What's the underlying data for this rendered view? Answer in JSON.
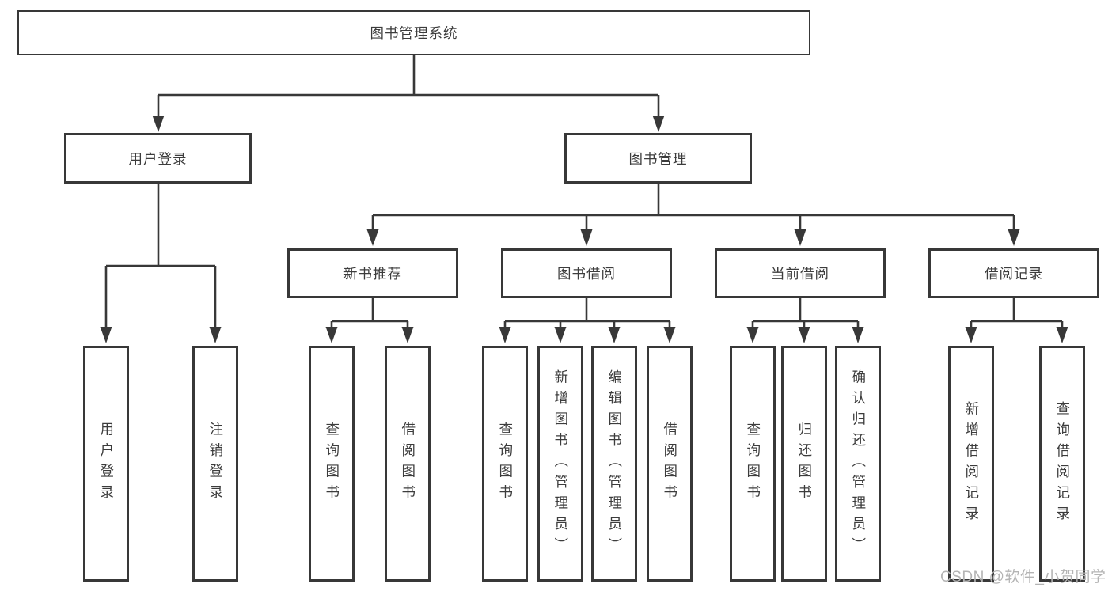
{
  "diagram": {
    "title": "图书管理系统",
    "watermark": "CSDN @软件_小贺同学",
    "line_color": "#383838",
    "nodes": {
      "root": "图书管理系统",
      "user_login": "用户登录",
      "book_mgmt": "图书管理",
      "new_book_rec": "新书推荐",
      "book_borrow": "图书借阅",
      "current_borrow": "当前借阅",
      "borrow_record": "借阅记录",
      "leaf_user_login": "用户登录",
      "leaf_logout": "注销登录",
      "leaf_rec_query_book": "查询图书",
      "leaf_rec_borrow_book": "借阅图书",
      "leaf_bb_query_book": "查询图书",
      "leaf_bb_add_book": "新增图书（管理员）",
      "leaf_bb_edit_book": "编辑图书（管理员）",
      "leaf_bb_borrow_book": "借阅图书",
      "leaf_cb_query_book": "查询图书",
      "leaf_cb_return_book": "归还图书",
      "leaf_cb_confirm_return": "确认归还（管理员）",
      "leaf_br_add_record": "新增借阅记录",
      "leaf_br_query_record": "查询借阅记录"
    }
  }
}
